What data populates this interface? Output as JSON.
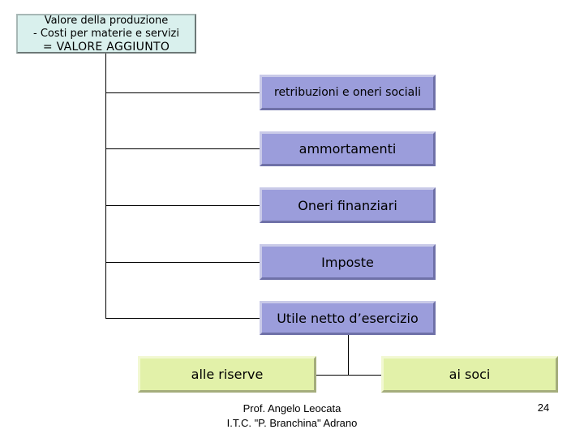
{
  "header_box": {
    "line1": "Valore della produzione",
    "line2": "- Costi per materie e servizi",
    "line3": "= VALORE AGGIUNTO"
  },
  "distribution_items": [
    "retribuzioni e oneri sociali",
    "ammortamenti",
    "Oneri finanziari",
    "Imposte",
    "Utile netto d’esercizio"
  ],
  "profit_split": {
    "left": "alle riserve",
    "right": "ai soci"
  },
  "footer": {
    "author": "Prof. Angelo Leocata",
    "school": "I.T.C. \"P. Branchina\" Adrano",
    "page_number": "24"
  },
  "colors": {
    "header_fill": "#d9f0ed",
    "item_fill": "#9b9ddb",
    "split_fill": "#e2f1a9"
  }
}
